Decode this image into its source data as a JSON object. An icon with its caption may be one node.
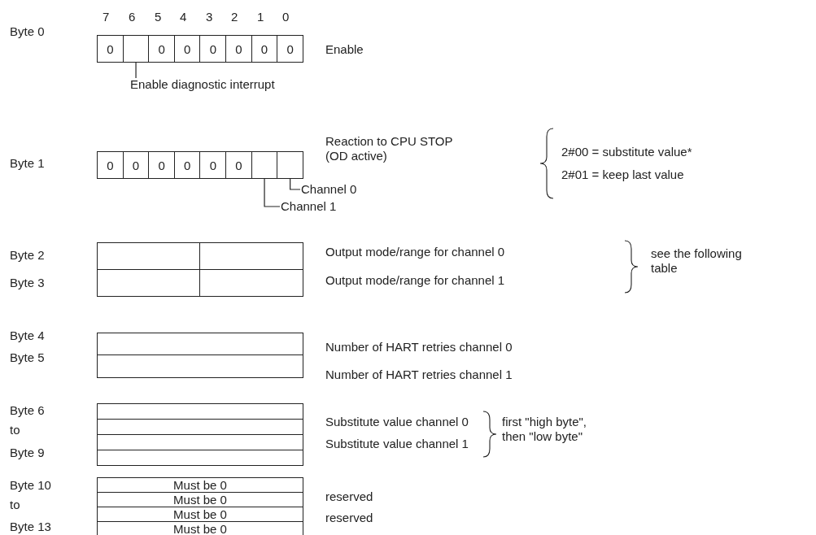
{
  "diagram": {
    "nodes": [
      {
        "text": [
          "0"
        ]
      },
      {
        "text": [],
        "shape": "box"
      },
      {
        "text": [
          "0"
        ]
      },
      {
        "text": [
          "0"
        ]
      },
      {
        "text": [
          "0"
        ]
      },
      {
        "text": [
          "0"
        ]
      },
      {
        "text": [
          "0"
        ]
      },
      {
        "text": [
          "0"
        ]
      },
      {
        "text": [
          "Enable diagnostic interrupt"
        ]
      },
      {
        "text": [
          "0"
        ]
      },
      {
        "text": [
          "0"
        ]
      },
      {
        "text": [
          "0"
        ]
      },
      {
        "text": [
          "0"
        ]
      },
      {
        "text": [
          "0"
        ]
      },
      {
        "text": [
          "0"
        ]
      },
      {
        "text": [],
        "shape": "box"
      },
      {
        "text": [],
        "shape": "box"
      },
      {
        "text": [
          "Channel 0"
        ]
      },
      {
        "text": [
          "Channel 1"
        ]
      },
      {
        "text": [],
        "shape": "box"
      },
      {
        "text": [],
        "shape": "box"
      },
      {
        "text": [],
        "shape": "box"
      },
      {
        "text": [],
        "shape": "box"
      },
      {
        "text": [],
        "shape": "box"
      },
      {
        "text": [],
        "shape": "box"
      },
      {
        "text": [],
        "shape": "box"
      },
      {
        "text": [],
        "shape": "box"
      },
      {
        "text": [],
        "shape": "box"
      },
      {
        "text": [],
        "shape": "box"
      },
      {
        "text": [
          "Must be 0"
        ]
      },
      {
        "text": [
          "Must be 0"
        ]
      },
      {
        "text": [
          "Must be 0"
        ]
      },
      {
        "text": [
          "Must be 0"
        ]
      }
    ],
    "edges": [
      {
        "from": 8,
        "to": 1,
        "arrow": "none"
      },
      {
        "from": 17,
        "to": 16,
        "arrow": "none"
      },
      {
        "from": 18,
        "to": 15,
        "arrow": "none"
      }
    ],
    "labels": [
      "7",
      "6",
      "5",
      "4",
      "3",
      "2",
      "1",
      "0",
      "Byte 0",
      "Enable",
      "Byte 1",
      "Reaction to CPU STOP (OD active)",
      "2#00 = substitute value*",
      "2#01 = keep last value",
      "Byte 2",
      "Byte 3",
      "Output mode/range for channel 0",
      "Output mode/range for channel 1",
      "see the following table",
      "Byte 4",
      "Byte 5",
      "Number of HART retries channel 0",
      "Number of HART retries channel 1",
      "Byte 6",
      "to",
      "Byte 9",
      "Substitute value channel 0",
      "Substitute value channel 1",
      "first \"high byte\", then \"low byte\"",
      "Byte 10",
      "to",
      "Byte 13",
      "reserved",
      "reserved"
    ]
  }
}
